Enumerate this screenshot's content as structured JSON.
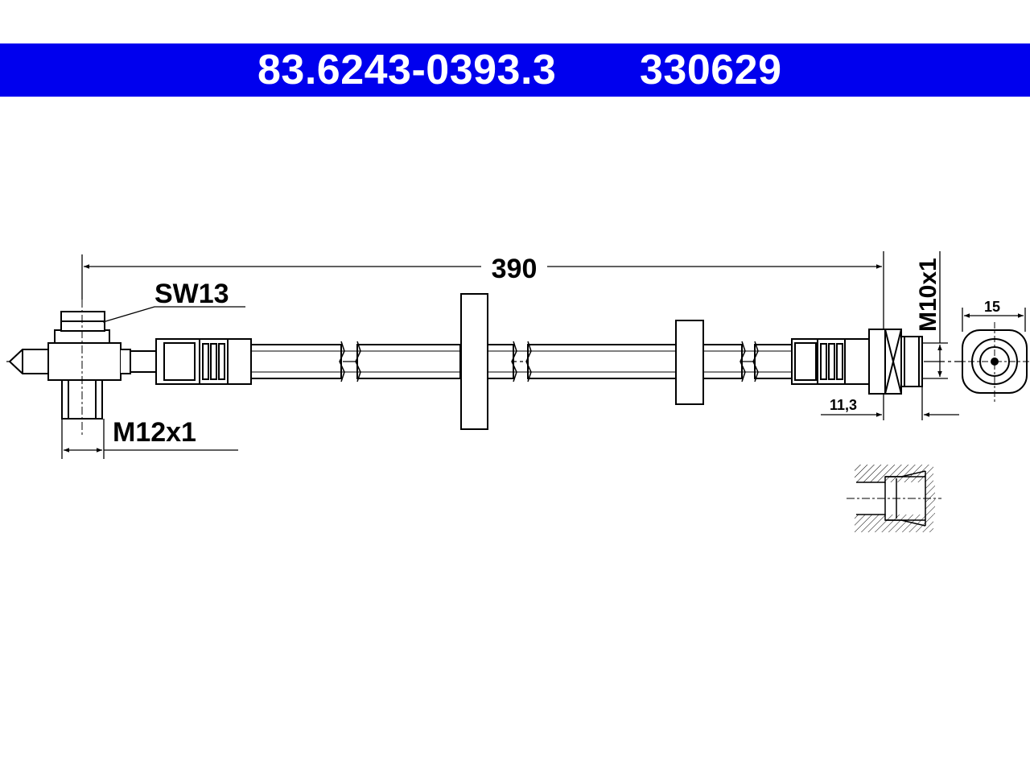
{
  "header": {
    "part_number": "83.6243-0393.3",
    "ref_number": "330629",
    "color": "#0000ee"
  },
  "dimensions": {
    "length": "390",
    "wrench_size": "SW13",
    "thread_left": "M12x1",
    "thread_right": "M10x1",
    "fitting_width": "15",
    "fitting_depth": "11,3"
  }
}
